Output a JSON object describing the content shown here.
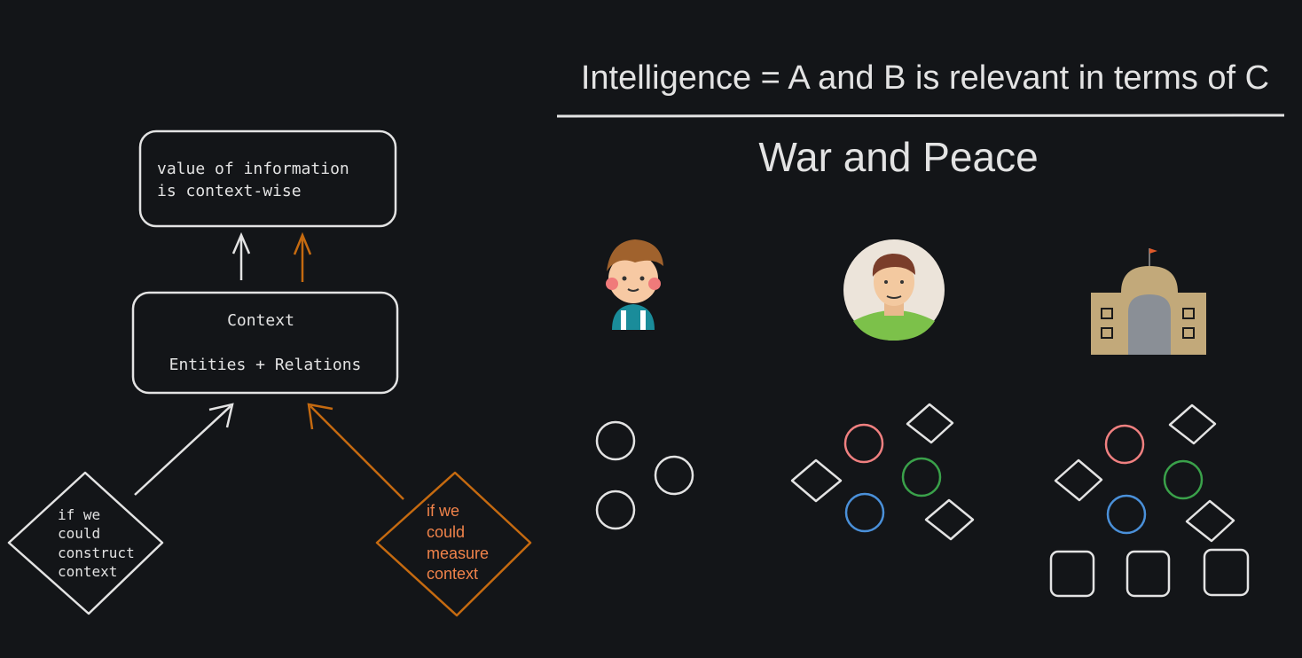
{
  "colors": {
    "background": "#131518",
    "stroke": "#e3e3e3",
    "accent_orange": "#c56a10",
    "text_orange": "#f0834a",
    "red": "#f08080",
    "green": "#3aa14a",
    "blue": "#4a90d9"
  },
  "headline": {
    "formula": "Intelligence = A and B is relevant in terms of C",
    "title": "War and Peace"
  },
  "boxes": {
    "value_line1": "value of information",
    "value_line2": "is context-wise",
    "context_title": "Context",
    "context_sub": "Entities + Relations"
  },
  "diamonds": {
    "construct_lines": [
      "if we",
      "could",
      "construct",
      "context"
    ],
    "measure_lines": [
      "if we",
      "could",
      "measure",
      "context"
    ]
  },
  "readers": [
    {
      "icon": "child-avatar-icon"
    },
    {
      "icon": "adult-avatar-icon"
    },
    {
      "icon": "institution-building-icon"
    }
  ]
}
